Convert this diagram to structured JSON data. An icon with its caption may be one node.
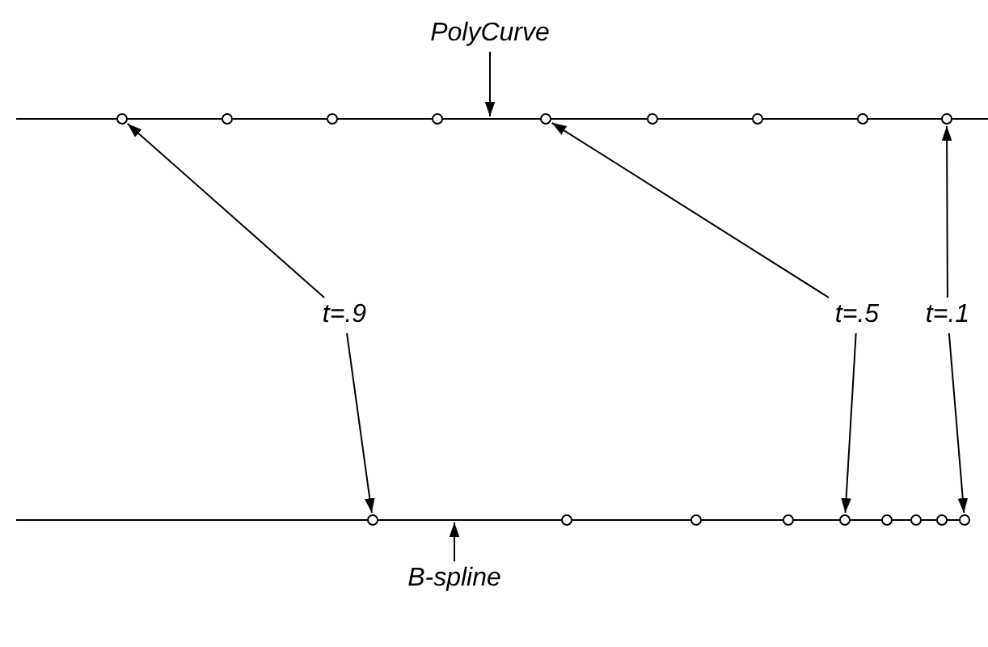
{
  "diagram": {
    "nodes": [
      {
        "text": [
          "PolyCurve"
        ]
      },
      {
        "text": [],
        "shape": "line"
      },
      {
        "text": [],
        "shape": "circle"
      },
      {
        "text": [],
        "shape": "circle"
      },
      {
        "text": [],
        "shape": "circle"
      },
      {
        "text": [],
        "shape": "circle"
      },
      {
        "text": [],
        "shape": "circle"
      },
      {
        "text": [],
        "shape": "circle"
      },
      {
        "text": [],
        "shape": "circle"
      },
      {
        "text": [],
        "shape": "circle"
      },
      {
        "text": [],
        "shape": "circle"
      },
      {
        "text": [
          "t=.9"
        ]
      },
      {
        "text": [
          "t=.5"
        ]
      },
      {
        "text": [
          "t=.1"
        ]
      },
      {
        "text": [],
        "shape": "line"
      },
      {
        "text": [],
        "shape": "circle"
      },
      {
        "text": [],
        "shape": "circle"
      },
      {
        "text": [],
        "shape": "circle"
      },
      {
        "text": [],
        "shape": "circle"
      },
      {
        "text": [],
        "shape": "circle"
      },
      {
        "text": [],
        "shape": "circle"
      },
      {
        "text": [],
        "shape": "circle"
      },
      {
        "text": [],
        "shape": "circle"
      },
      {
        "text": [],
        "shape": "circle"
      },
      {
        "text": [
          "B-spline"
        ]
      }
    ],
    "edges": [
      {
        "from": 0,
        "to": 1,
        "arrow": "to"
      },
      {
        "from": 11,
        "to": 2,
        "arrow": "to"
      },
      {
        "from": 11,
        "to": 15,
        "arrow": "to"
      },
      {
        "from": 12,
        "to": 6,
        "arrow": "to"
      },
      {
        "from": 12,
        "to": 19,
        "arrow": "to"
      },
      {
        "from": 13,
        "to": 10,
        "arrow": "to"
      },
      {
        "from": 13,
        "to": 23,
        "arrow": "to"
      },
      {
        "from": 24,
        "to": 14,
        "arrow": "to"
      }
    ]
  }
}
